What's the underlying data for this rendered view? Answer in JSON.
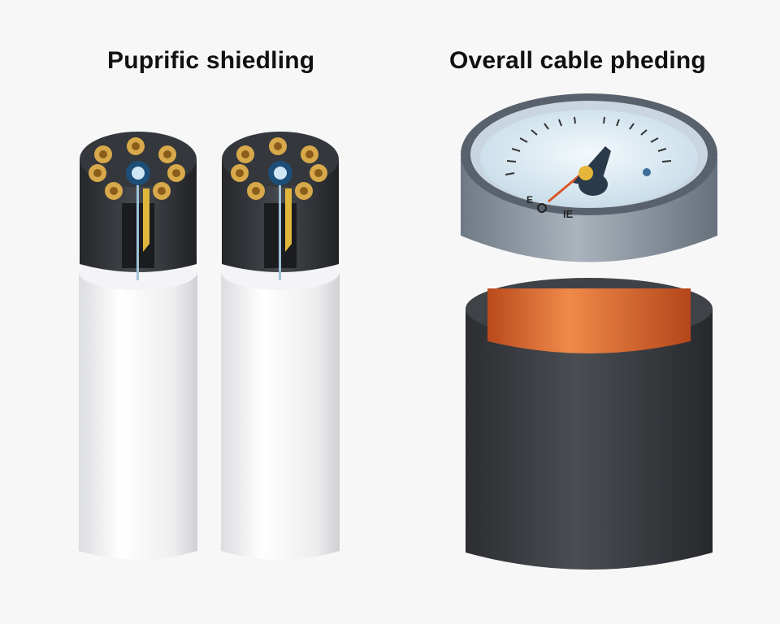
{
  "titles": {
    "left": "Puprific shiedling",
    "right": "Overall cable pheding"
  },
  "gauge": {
    "dial_mark": "E",
    "unit_mark": "lE"
  },
  "colors": {
    "cable_jacket": "#ececee",
    "inner_core": "#2f3236",
    "conductor_gold": "#d8a94a",
    "drain_wire": "#e0b73c",
    "copper_shield": "#e0672b",
    "outer_sheath": "#3a3c40",
    "gauge_bezel": "#8d99a5",
    "gauge_face": "#dcecf4",
    "needle": "#2a3a4a"
  }
}
